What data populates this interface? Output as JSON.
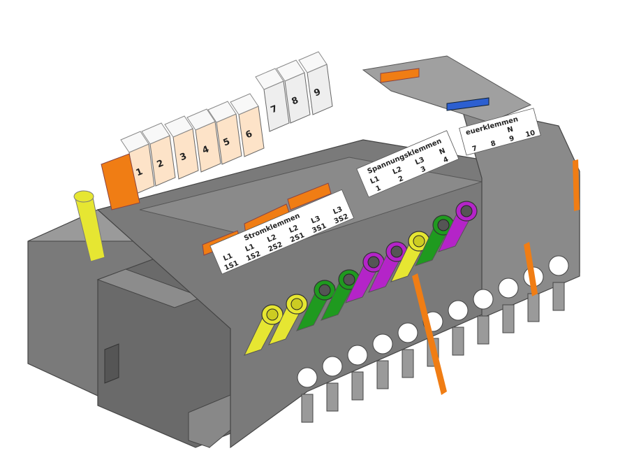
{
  "colors": {
    "housing": "#7a7a7a",
    "housing_dark": "#5e5e5e",
    "housing_light": "#9a9a9a",
    "orange": "#f07d14",
    "yellow": "#e6e632",
    "green": "#1f9a1f",
    "magenta": "#b424c8",
    "blue": "#2c5fd0",
    "label_bg": "#ffffff"
  },
  "cover_numbers": [
    "1",
    "2",
    "3",
    "4",
    "5",
    "6",
    "7",
    "8",
    "9"
  ],
  "current_group": {
    "title": "Stromklemmen",
    "row1": [
      "L1",
      "L1",
      "L2",
      "L2",
      "L3",
      "L3"
    ],
    "row2": [
      "1S1",
      "1S2",
      "2S2",
      "2S1",
      "3S1",
      "3S2"
    ]
  },
  "voltage_group": {
    "title": "Spannungsklemmen",
    "row1": [
      "L1",
      "L2",
      "L3",
      "N"
    ],
    "row2": [
      "1",
      "2",
      "3",
      "4"
    ]
  },
  "control_group": {
    "title": "euerklemmen",
    "row1": [
      "N"
    ],
    "row2": [
      "7",
      "8",
      "9",
      "10"
    ]
  },
  "plugs": [
    "yellow",
    "yellow",
    "green",
    "green",
    "magenta",
    "magenta",
    "yellow",
    "green",
    "magenta"
  ]
}
